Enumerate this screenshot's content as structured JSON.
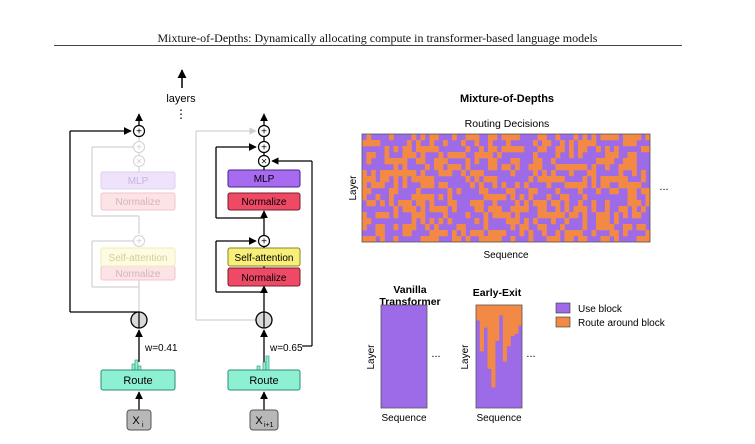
{
  "header": {
    "running_title": "Mixture-of-Depths: Dynamically allocating compute in transformer-based language models"
  },
  "figure": {
    "layers_label": "layers",
    "ellipsis": "...",
    "ellipsis_small": "⋮",
    "left_block": {
      "mlp": "MLP",
      "normalize_top": "Normalize",
      "self_attention": "Self-attention",
      "normalize_bottom": "Normalize",
      "route": "Route",
      "weight": "w=0.41",
      "input": "X",
      "input_sub": "i",
      "state": "skipped"
    },
    "right_block": {
      "mlp": "MLP",
      "normalize_top": "Normalize",
      "self_attention": "Self-attention",
      "normalize_bottom": "Normalize",
      "route": "Route",
      "weight": "w=0.65",
      "input": "X",
      "input_sub": "i+1",
      "state": "processed"
    },
    "mod_title": "Mixture-of-Depths",
    "mod_subtitle": "Routing Decisions",
    "mod_ylabel": "Layer",
    "mod_xlabel": "Sequence",
    "vanilla_title": "Vanilla\nTransformer",
    "vanilla_ylabel": "Layer",
    "vanilla_xlabel": "Sequence",
    "early_title": "Early-Exit",
    "early_ylabel": "Layer",
    "early_xlabel": "Sequence",
    "legend": [
      {
        "label": "Use block",
        "color": "#9d6be8"
      },
      {
        "label": "Route around block",
        "color": "#f28a45"
      }
    ],
    "colors": {
      "purple": "#9d6be8",
      "orange": "#f28a45",
      "mlp": "#a66bf0",
      "normalize": "#ee4a66",
      "self_attention": "#f7ef7a",
      "route": "#8ef0d2",
      "input": "#b8b8b8"
    }
  }
}
